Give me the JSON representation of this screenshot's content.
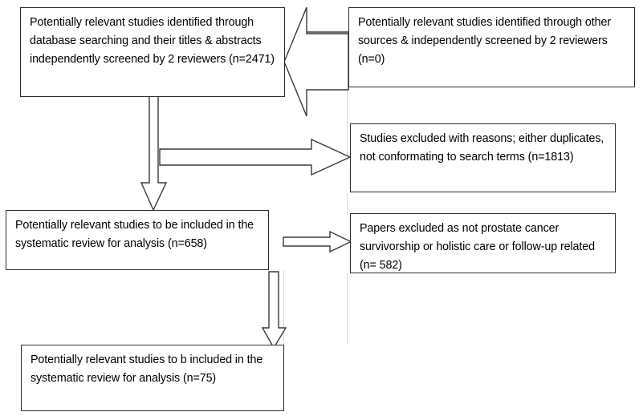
{
  "diagram": {
    "title": "PRISMA study selection flow diagram",
    "type": "flowchart",
    "background_color": "#ffffff",
    "box_border_color": "#2b2b2b",
    "arrow_stroke_color": "#3a3a3a",
    "arrow_fill_color": "#ffffff"
  },
  "boxes": [
    {
      "id": "identified-database",
      "text": "Potentially relevant studies identified through database searching and their titles & abstracts independently screened by 2 reviewers (n=2471)",
      "count": 2471
    },
    {
      "id": "identified-other-sources",
      "text": "Potentially relevant studies identified through other sources & independently screened by 2 reviewers (n=0)",
      "count": 0
    },
    {
      "id": "excluded-duplicates",
      "text": "Studies excluded with reasons; either duplicates, not conformating to search terms (n=1813)",
      "count": 1813
    },
    {
      "id": "excluded-not-relevant",
      "text": "Papers excluded as not prostate cancer survivorship or holistic care or follow-up related (n= 582)",
      "count": 582
    },
    {
      "id": "included-for-analysis",
      "text": "Potentially relevant studies to be included in the systematic review for analysis (n=658)",
      "count": 658
    },
    {
      "id": "final-included",
      "text": "Potentially relevant studies to b included in the systematic review for analysis (n=75)",
      "count": 75
    }
  ],
  "connectors": [
    {
      "id": "merge-arrow-left",
      "direction": "left",
      "style": "block-arrow"
    },
    {
      "id": "screening-down-arrow",
      "direction": "down",
      "style": "block-arrow"
    },
    {
      "id": "exclude-duplicates-arrow",
      "direction": "right",
      "style": "block-arrow"
    },
    {
      "id": "exclude-not-relevant-arrow",
      "direction": "right",
      "style": "block-arrow"
    },
    {
      "id": "final-down-arrow",
      "direction": "down",
      "style": "block-arrow"
    },
    {
      "id": "other-sources-top-link",
      "direction": "left",
      "style": "elbow-line"
    },
    {
      "id": "other-sources-bottom-link",
      "direction": "left",
      "style": "elbow-line"
    }
  ]
}
